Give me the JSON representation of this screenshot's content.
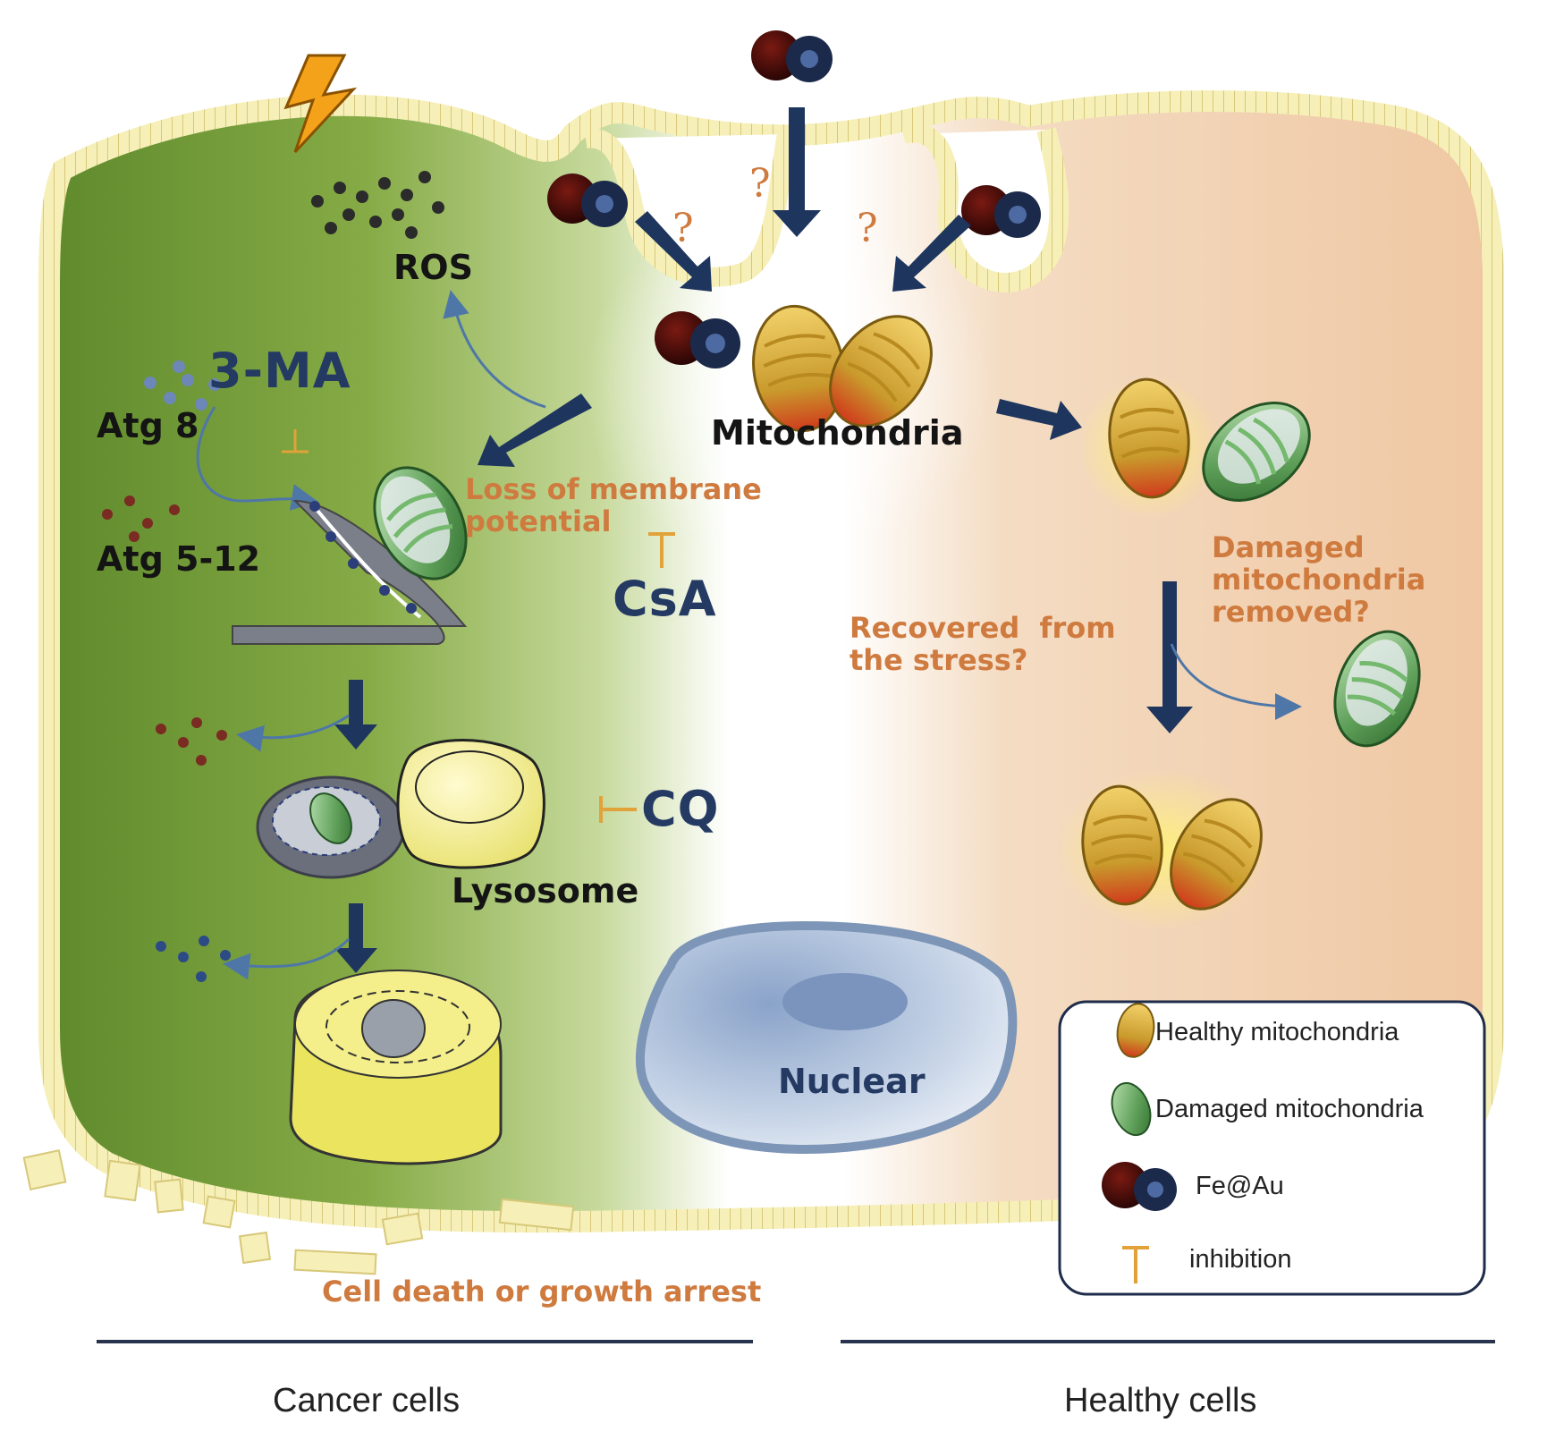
{
  "labels": {
    "ros": "ROS",
    "three_ma": "3-MA",
    "atg8": "Atg 8",
    "atg5_12": "Atg 5-12",
    "loss_membrane": "Loss of membrane\npotential",
    "csa": "CsA",
    "cq": "CQ",
    "lysosome": "Lysosome",
    "mitochondria": "Mitochondria",
    "nuclear": "Nuclear",
    "recovered": "Recovered  from\nthe stress?",
    "damaged_removed": "Damaged\nmitochondria\nremoved?",
    "cell_death": "Cell death or growth arrest",
    "question_mark": "?"
  },
  "legend": {
    "healthy": "Healthy mitochondria",
    "damaged": "Damaged mitochondria",
    "feau": "Fe@Au",
    "inhibition": "inhibition"
  },
  "sections": {
    "cancer": "Cancer cells",
    "healthy": "Healthy cells"
  },
  "colors": {
    "arrow": "#1e355e",
    "label_orange": "#cf7a3e",
    "cancer_cell": "#8fb04b",
    "healthy_cell": "#f2cfb0",
    "membrane": "#f3eaa4"
  }
}
